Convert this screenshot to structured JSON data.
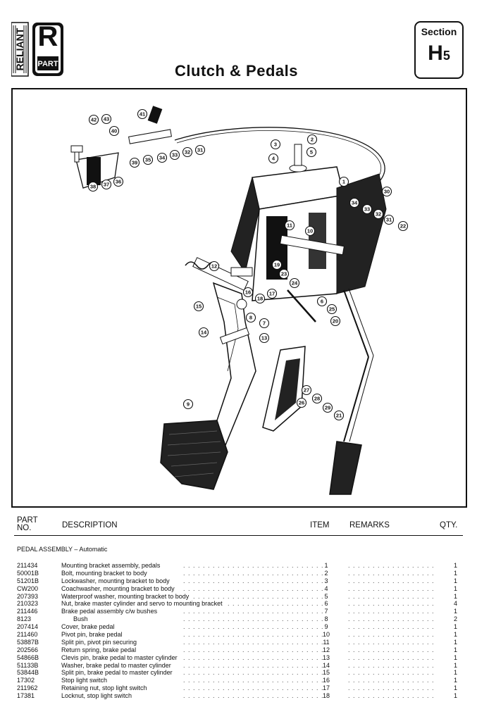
{
  "header": {
    "brand_text": "RELIANT",
    "brand_badge_letter": "R",
    "brand_badge_sub": "PART",
    "title": "Clutch & Pedals",
    "section_label": "Section",
    "section_code": "H",
    "section_sub": "5"
  },
  "diagram": {
    "callouts": [
      "1",
      "2",
      "3",
      "4",
      "5",
      "6",
      "7",
      "8",
      "9",
      "10",
      "11",
      "12",
      "13",
      "14",
      "15",
      "16",
      "17",
      "18",
      "19",
      "20",
      "21",
      "22",
      "23",
      "24",
      "25",
      "26",
      "27",
      "28",
      "29",
      "30",
      "31",
      "32",
      "33",
      "34",
      "35",
      "36",
      "37",
      "38",
      "39",
      "40",
      "41",
      "42",
      "43",
      "32",
      "31",
      "33",
      "34"
    ]
  },
  "table": {
    "col_part": "PART NO.",
    "col_part_line1": "PART",
    "col_part_line2": "NO.",
    "col_desc": "DESCRIPTION",
    "col_item": "ITEM",
    "col_remarks": "REMARKS",
    "col_qty": "QTY.",
    "group_title": "PEDAL ASSEMBLY – Automatic",
    "rows": [
      {
        "part": "211434",
        "desc": "Mounting bracket assembly, pedals",
        "item": "1",
        "qty": "1"
      },
      {
        "part": "50001B",
        "desc": "Bolt, mounting bracket to body",
        "item": "2",
        "qty": "1"
      },
      {
        "part": "51201B",
        "desc": "Lockwasher, mounting bracket to body",
        "item": "3",
        "qty": "1"
      },
      {
        "part": "CW200",
        "desc": "Coachwasher, mounting bracket to body",
        "item": "4",
        "qty": "1"
      },
      {
        "part": "207393",
        "desc": "Waterproof washer, mounting bracket to body",
        "item": "5",
        "qty": "1"
      },
      {
        "part": "210323",
        "desc": "Nut, brake master cylinder and servo to mounting bracket",
        "item": "6",
        "qty": "4"
      },
      {
        "part": "211446",
        "desc": "Brake pedal assembly c/w bushes",
        "item": "7",
        "qty": "1"
      },
      {
        "part": "8123",
        "desc": "Bush",
        "item": "8",
        "qty": "2"
      },
      {
        "part": "207414",
        "desc": "Cover, brake pedal",
        "item": "9",
        "qty": "1"
      },
      {
        "part": "211460",
        "desc": "Pivot pin, brake pedal",
        "item": "10",
        "qty": "1"
      },
      {
        "part": "53887B",
        "desc": "Split pin, pivot pin securing",
        "item": "11",
        "qty": "1"
      },
      {
        "part": "202566",
        "desc": "Return spring, brake pedal",
        "item": "12",
        "qty": "1"
      },
      {
        "part": "54866B",
        "desc": "Clevis pin, brake pedal to master cylinder",
        "item": "13",
        "qty": "1"
      },
      {
        "part": "51133B",
        "desc": "Washer, brake pedal to master cylinder",
        "item": "14",
        "qty": "1"
      },
      {
        "part": "53844B",
        "desc": "Split pin, brake pedal to master cylinder",
        "item": "15",
        "qty": "1"
      },
      {
        "part": "17302",
        "desc": "Stop light switch",
        "item": "16",
        "qty": "1"
      },
      {
        "part": "211962",
        "desc": "Retaining nut, stop light switch",
        "item": "17",
        "qty": "1"
      },
      {
        "part": "17381",
        "desc": "Locknut, stop light switch",
        "item": "18",
        "qty": "1"
      }
    ]
  }
}
